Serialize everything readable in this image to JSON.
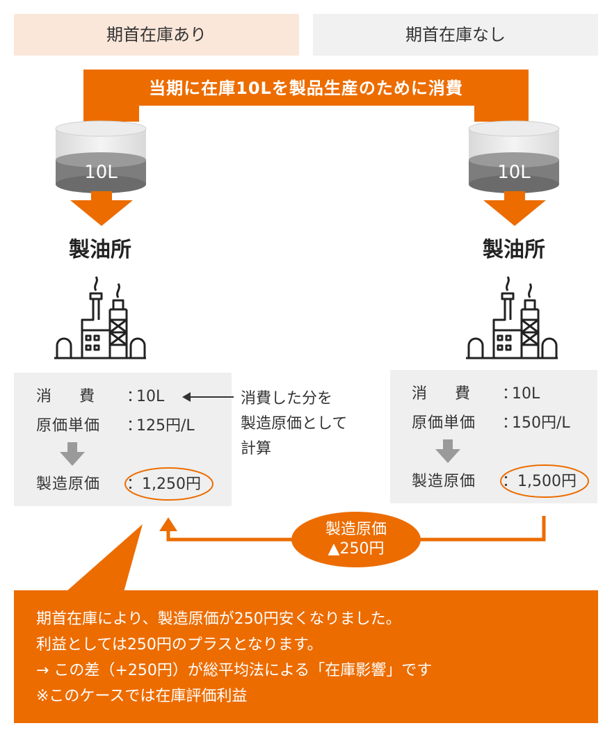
{
  "headers": {
    "left": "期首在庫あり",
    "right": "期首在庫なし"
  },
  "banner": {
    "text": "当期に在庫10Lを製品生産のために消費"
  },
  "tanks": {
    "left_label": "10L",
    "right_label": "10L"
  },
  "plants": {
    "left_label": "製油所",
    "right_label": "製油所",
    "icon": "refinery-icon"
  },
  "left_box": {
    "consumption_label": "消　費",
    "consumption_value": "10L",
    "unit_cost_label": "原価単価",
    "unit_cost_value": "125円/L",
    "cost_label": "製造原価",
    "cost_value": "1,250円"
  },
  "right_box": {
    "consumption_label": "消　費",
    "consumption_value": "10L",
    "unit_cost_label": "原価単価",
    "unit_cost_value": "150円/L",
    "cost_label": "製造原価",
    "cost_value": "1,500円"
  },
  "note": {
    "line1": "消費した分を",
    "line2": "製造原価として",
    "line3": "計算"
  },
  "difference_pill": {
    "line1": "製造原価",
    "line2": "▲250円"
  },
  "conclusion": {
    "line1": "期首在庫により、製造原価が250円安くなりました。",
    "line2": "利益としては250円のプラスとなります。",
    "line3": "→ この差（+250円）が総平均法による「在庫影響」です",
    "line4": "※このケースでは在庫評価利益"
  },
  "colors": {
    "accent": "#ec6c00",
    "header_left_bg": "#fbe7da",
    "header_right_bg": "#f1f1f1",
    "box_bg": "#efefef",
    "tank_liquid": "#7d7d7d",
    "down_arrow": "#9a9a9a"
  }
}
